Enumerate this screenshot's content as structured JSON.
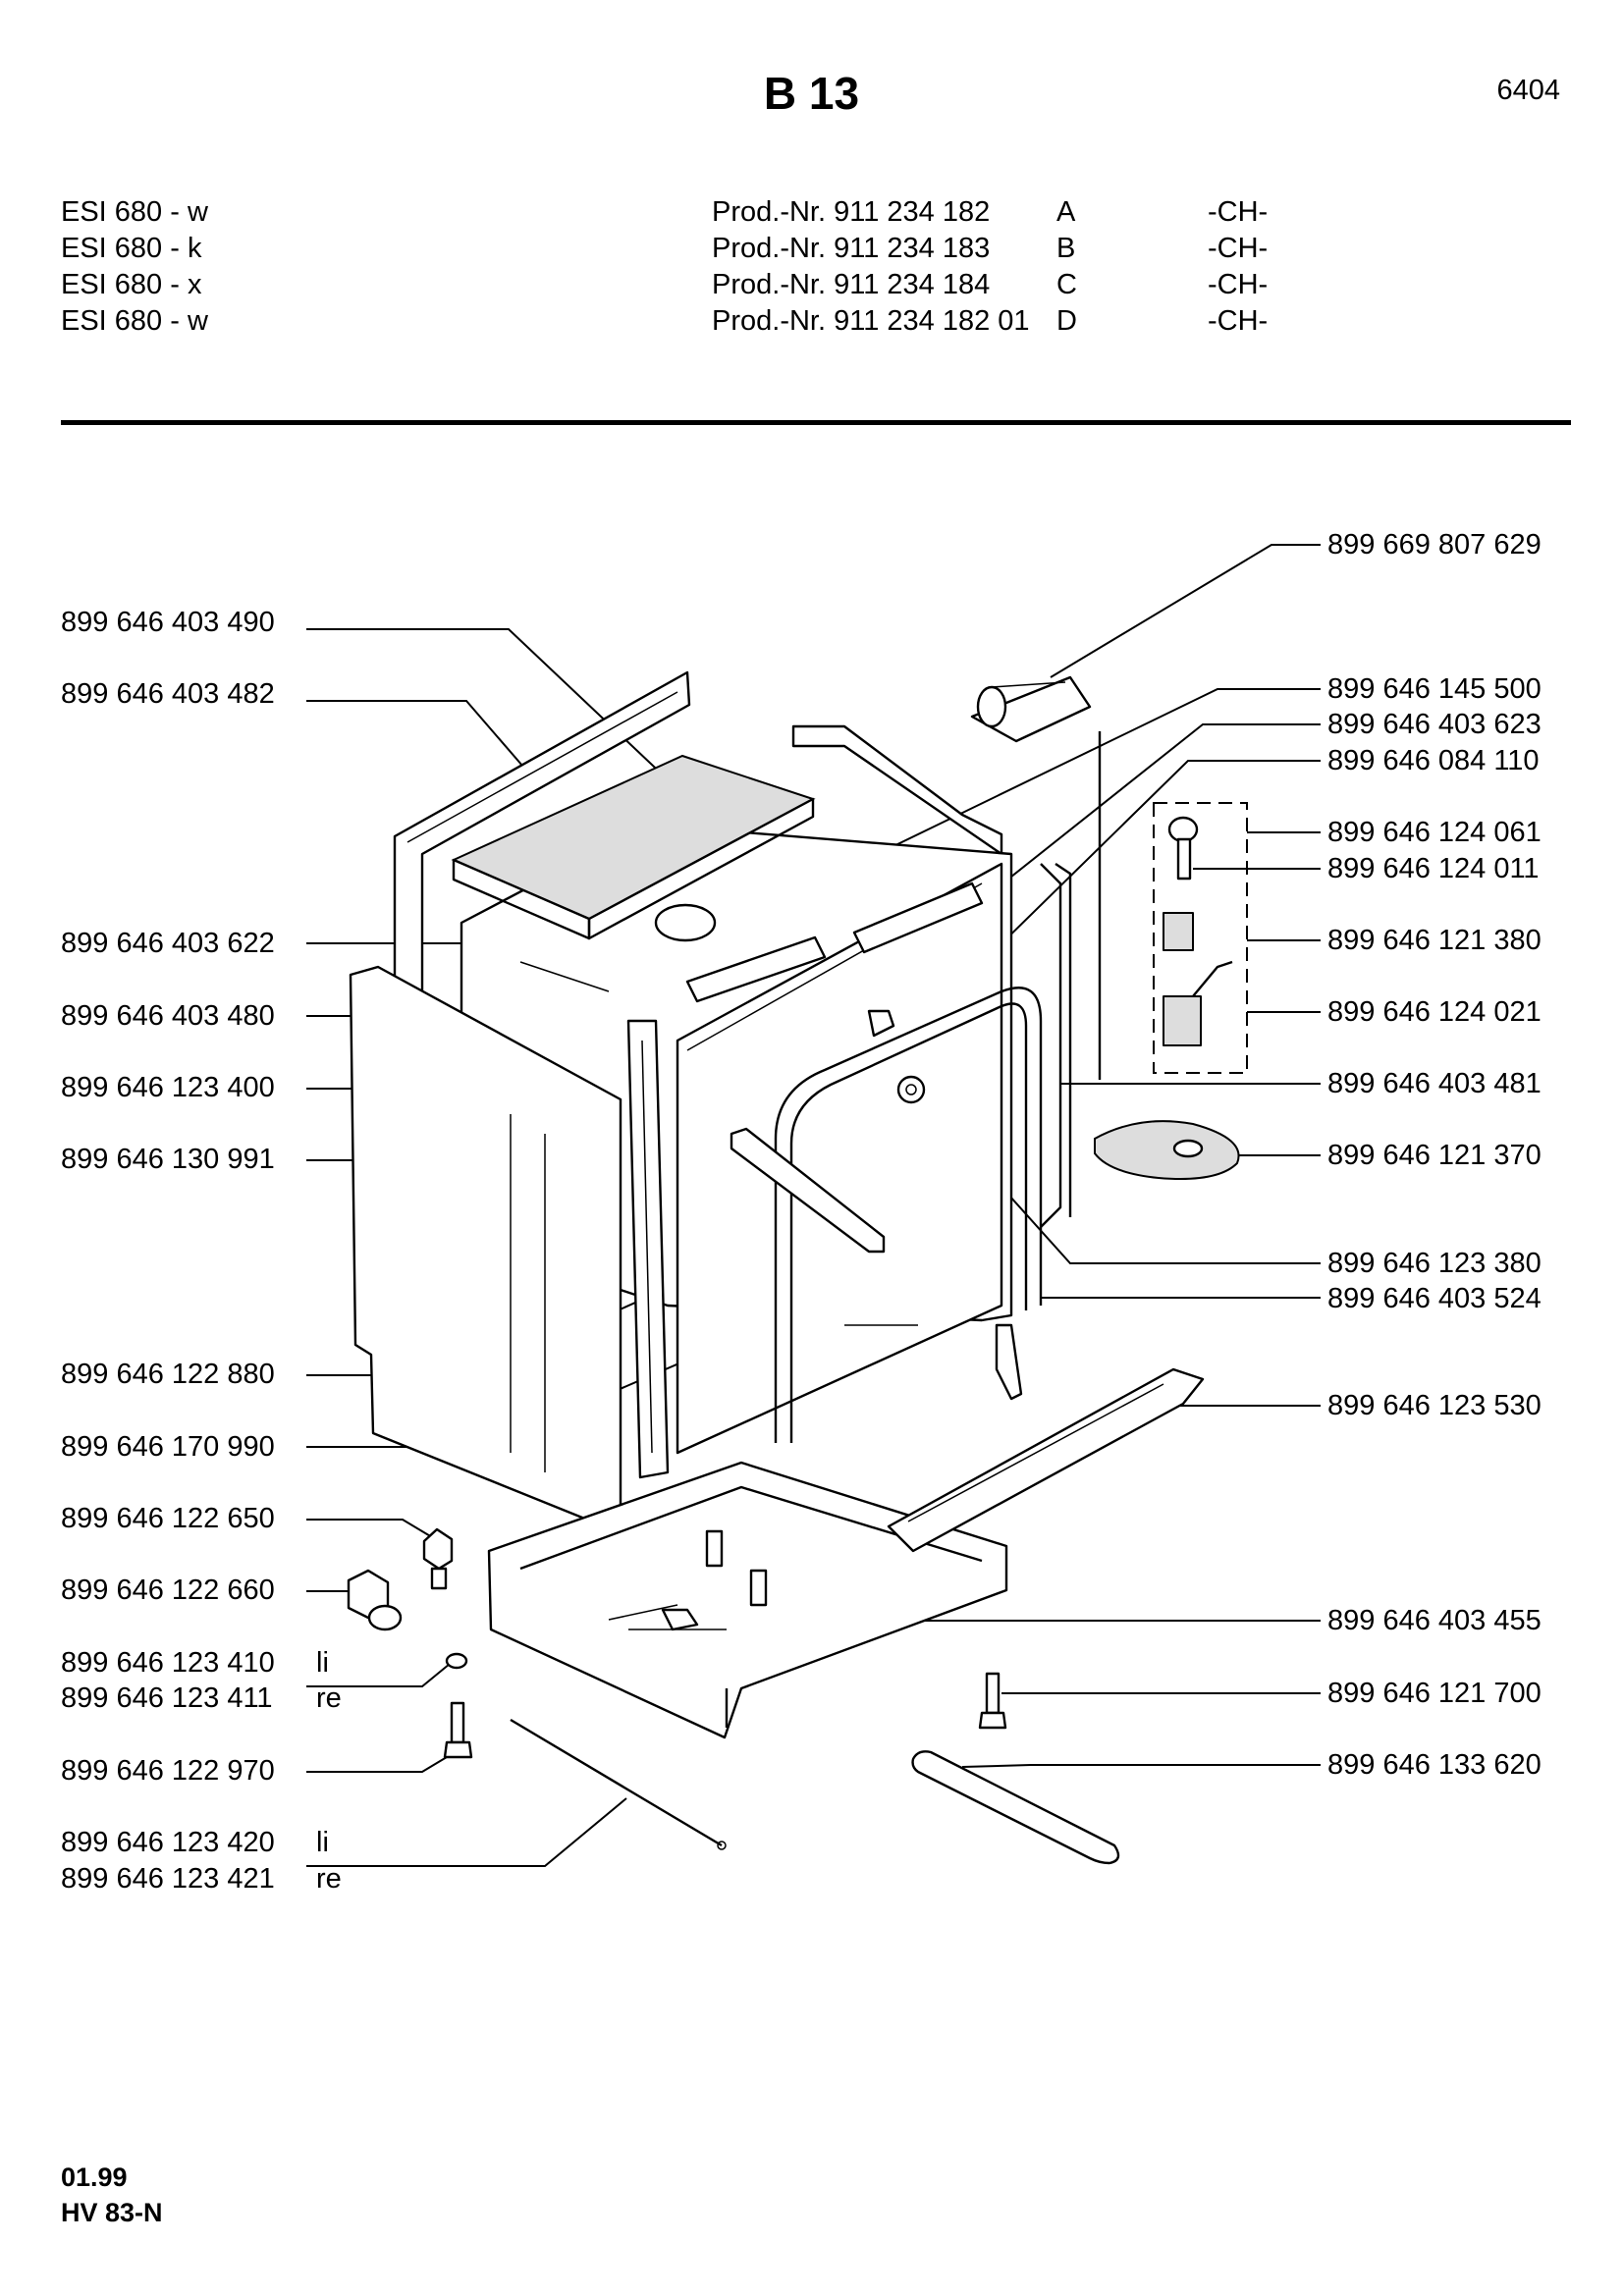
{
  "header": {
    "title": "B 13",
    "doc_number": "6404"
  },
  "models": [
    {
      "name": "ESI 680 - w",
      "prod": "Prod.-Nr. 911 234 182",
      "variant": "A",
      "country": "-CH-"
    },
    {
      "name": "ESI 680 - k",
      "prod": "Prod.-Nr. 911 234 183",
      "variant": "B",
      "country": "-CH-"
    },
    {
      "name": "ESI 680 - x",
      "prod": "Prod.-Nr. 911 234 184",
      "variant": "C",
      "country": "-CH-"
    },
    {
      "name": "ESI 680 - w",
      "prod": "Prod.-Nr. 911 234 182 01",
      "variant": "D",
      "country": "-CH-"
    }
  ],
  "parts_left": [
    {
      "number": "899 646 403 490",
      "suffix": ""
    },
    {
      "number": "899 646 403 482",
      "suffix": ""
    },
    {
      "number": "899 646 403 622",
      "suffix": ""
    },
    {
      "number": "899 646 403 480",
      "suffix": ""
    },
    {
      "number": "899 646 123 400",
      "suffix": ""
    },
    {
      "number": "899 646 130 991",
      "suffix": ""
    },
    {
      "number": "899 646 122 880",
      "suffix": ""
    },
    {
      "number": "899 646 170 990",
      "suffix": ""
    },
    {
      "number": "899 646 122 650",
      "suffix": ""
    },
    {
      "number": "899 646 122 660",
      "suffix": ""
    },
    {
      "number": "899 646 123 410",
      "suffix": "li"
    },
    {
      "number": "899 646 123 411",
      "suffix": "re"
    },
    {
      "number": "899 646 122 970",
      "suffix": ""
    },
    {
      "number": "899 646 123 420",
      "suffix": "li"
    },
    {
      "number": "899 646 123 421",
      "suffix": "re"
    }
  ],
  "parts_right": [
    {
      "number": "899 669 807 629"
    },
    {
      "number": "899 646 145 500"
    },
    {
      "number": "899 646 403 623"
    },
    {
      "number": "899 646 084 110"
    },
    {
      "number": "899 646 124 061"
    },
    {
      "number": "899 646 124 011"
    },
    {
      "number": "899 646 121 380"
    },
    {
      "number": "899 646 124 021"
    },
    {
      "number": "899 646 403 481"
    },
    {
      "number": "899 646 121 370"
    },
    {
      "number": "899 646 123 380"
    },
    {
      "number": "899 646 403 524"
    },
    {
      "number": "899 646 123 530"
    },
    {
      "number": "899 646 403 455"
    },
    {
      "number": "899 646 121 700"
    },
    {
      "number": "899 646 133 620"
    }
  ],
  "footer": {
    "date": "01.99",
    "code": "HV 83-N"
  }
}
